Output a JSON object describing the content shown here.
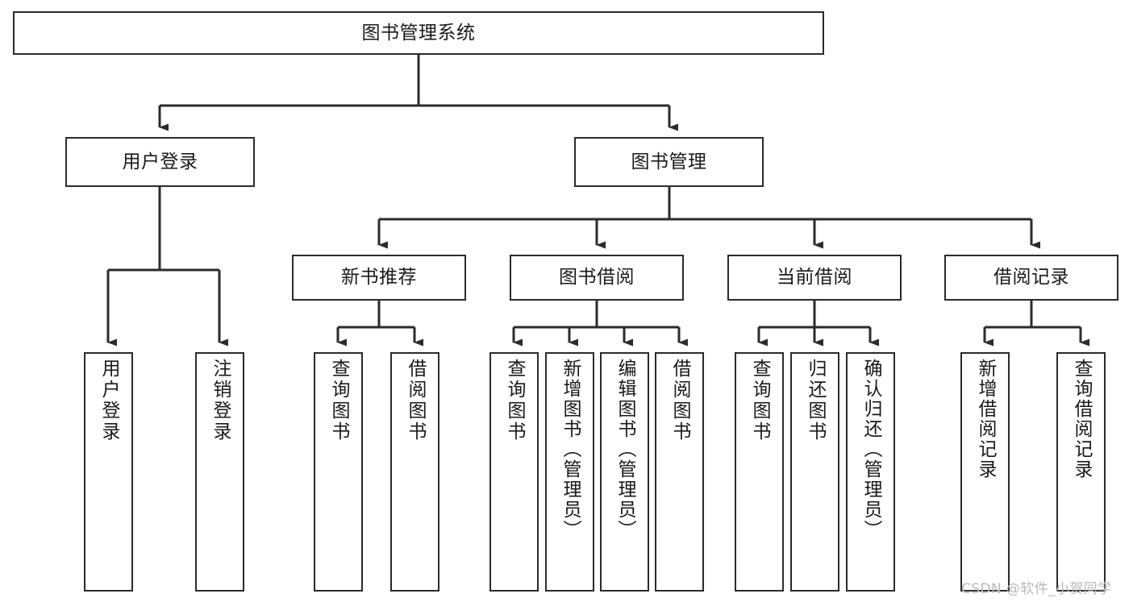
{
  "diagram": {
    "title": "图书管理系统",
    "type": "tree-hierarchy-diagram",
    "colors": {
      "box_border": "#2b2b2b",
      "box_fill": "#ffffff",
      "edge": "#2b2b2b",
      "text": "#1a1a1a",
      "background": "#ffffff",
      "watermark": "#b9b9b9"
    },
    "root": {
      "label": "图书管理系统"
    },
    "level2": [
      {
        "label": "用户登录"
      },
      {
        "label": "图书管理"
      }
    ],
    "level3": [
      {
        "label": "新书推荐"
      },
      {
        "label": "图书借阅"
      },
      {
        "label": "当前借阅"
      },
      {
        "label": "借阅记录"
      }
    ],
    "leaves": {
      "user_login": [
        {
          "label": "用户登录"
        },
        {
          "label": "注销登录"
        }
      ],
      "new_book": [
        {
          "label": "查询图书"
        },
        {
          "label": "借阅图书"
        }
      ],
      "book_borrow": [
        {
          "label": "查询图书"
        },
        {
          "label": "新增图书（管理员）"
        },
        {
          "label": "编辑图书（管理员）"
        },
        {
          "label": "借阅图书"
        }
      ],
      "current_borrow": [
        {
          "label": "查询图书"
        },
        {
          "label": "归还图书"
        },
        {
          "label": "确认归还（管理员）"
        }
      ],
      "borrow_record": [
        {
          "label": "新增借阅记录"
        },
        {
          "label": "查询借阅记录"
        }
      ]
    }
  },
  "watermark": {
    "text": "CSDN @软件_小贺同学"
  }
}
